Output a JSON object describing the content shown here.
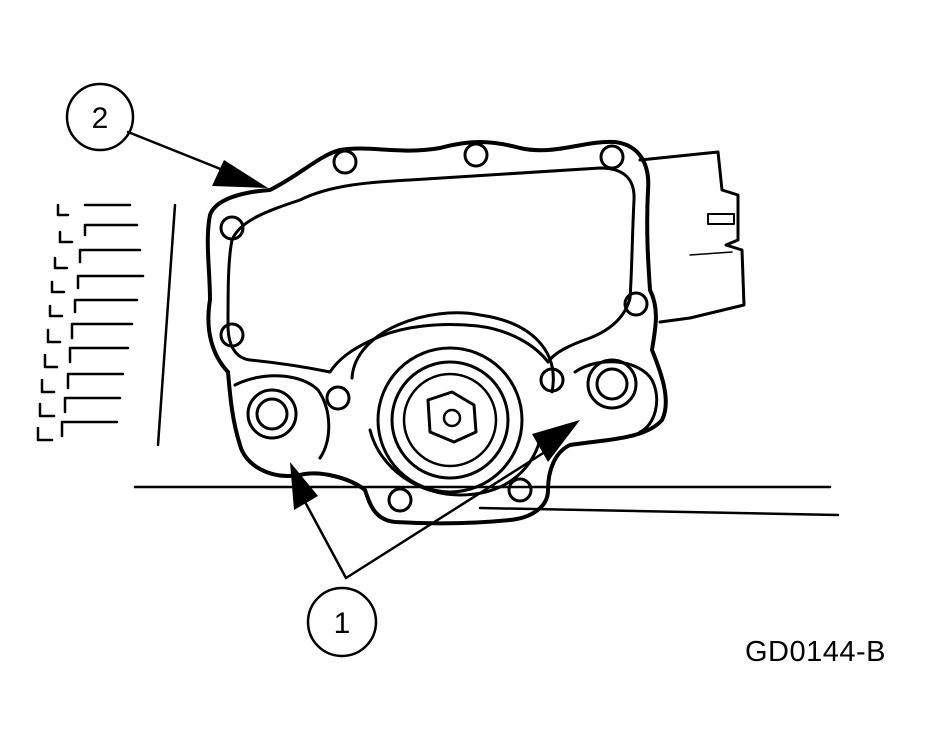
{
  "callouts": [
    {
      "label": "1",
      "target": "bolts"
    },
    {
      "label": "2",
      "target": "gasket"
    }
  ],
  "figure_id": "GD0144-B",
  "colors": {
    "line": "#000000",
    "background": "#ffffff"
  }
}
